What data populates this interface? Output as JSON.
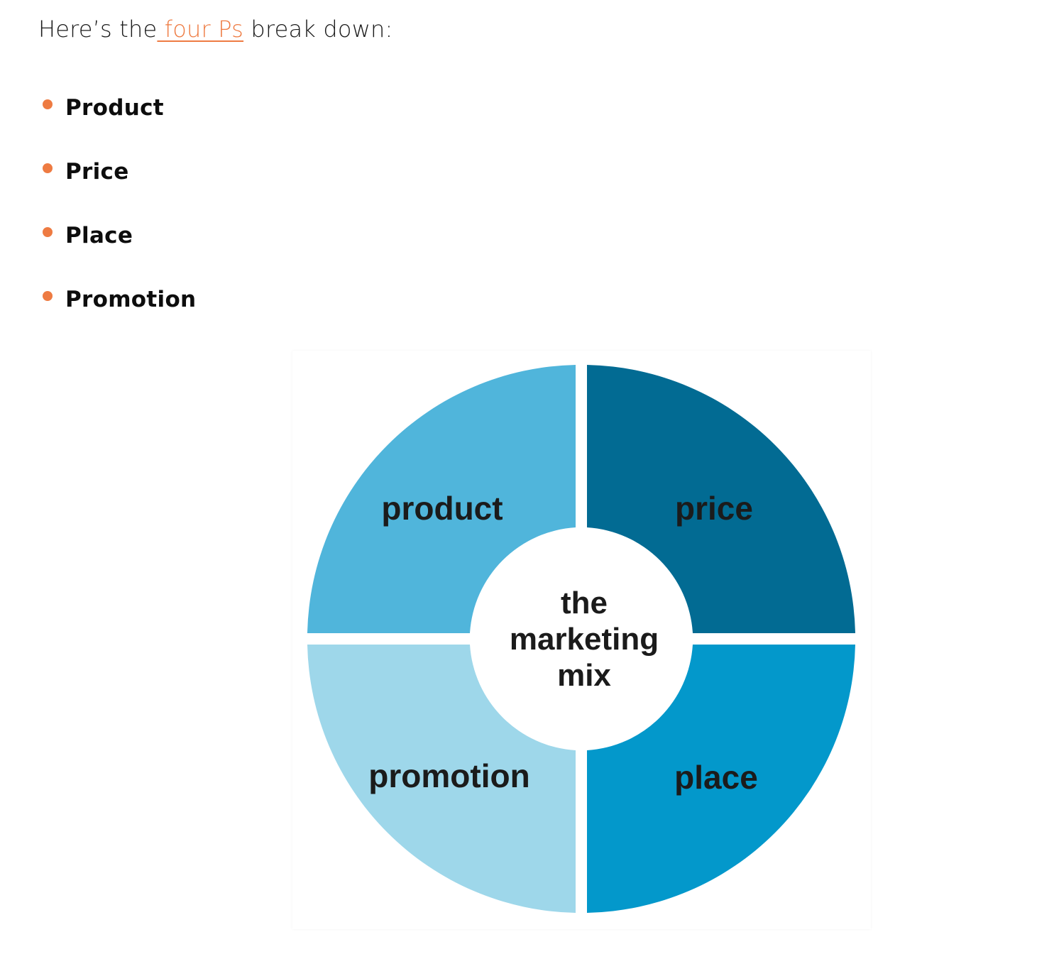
{
  "intro": {
    "prefix": "Here’s the",
    "link_text": " four Ps",
    "suffix": " break down:"
  },
  "bullets": [
    {
      "label": "Product"
    },
    {
      "label": "Price"
    },
    {
      "label": "Place"
    },
    {
      "label": "Promotion"
    }
  ],
  "diagram": {
    "center_lines": [
      "the",
      "marketing",
      "mix"
    ],
    "quadrants": {
      "top_left": {
        "label": "product",
        "color": "#50b5db"
      },
      "top_right": {
        "label": "price",
        "color": "#026b93"
      },
      "bottom_left": {
        "label": "promotion",
        "color": "#9ed7ea"
      },
      "bottom_right": {
        "label": "place",
        "color": "#0398cb"
      }
    }
  },
  "colors": {
    "accent": "#ee7b42",
    "text": "#111111"
  }
}
